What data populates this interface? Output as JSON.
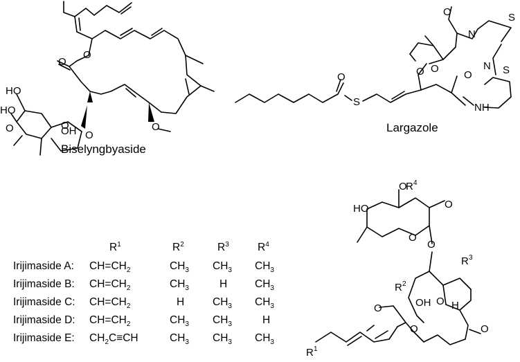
{
  "compounds": {
    "biselyngbyaside": {
      "name": "Biselyngbyaside"
    },
    "largazole": {
      "name": "Largazole"
    },
    "irijimaside_core": {
      "substituent_prefix": "R",
      "ring_labels": [
        "R1",
        "R2",
        "R3",
        "R4"
      ]
    }
  },
  "atoms": {
    "O": "O",
    "S": "S",
    "N": "N",
    "H": "H",
    "HO": "HO",
    "OH": "OH",
    "NH": "NH",
    "R": "R",
    "one": "1",
    "two": "2",
    "three": "3",
    "four": "4"
  },
  "table": {
    "headers": [
      {
        "base": "R",
        "sup": "1"
      },
      {
        "base": "R",
        "sup": "2"
      },
      {
        "base": "R",
        "sup": "3"
      },
      {
        "base": "R",
        "sup": "4"
      }
    ],
    "rows": [
      {
        "label": "Irijimaside A:",
        "r1": "CH=CH",
        "r1_sub": "2",
        "r2": "CH",
        "r2_sub": "3",
        "r3": "CH",
        "r3_sub": "3",
        "r4": "CH",
        "r4_sub": "3"
      },
      {
        "label": "Irijimaside B:",
        "r1": "CH=CH",
        "r1_sub": "2",
        "r2": "CH",
        "r2_sub": "3",
        "r3": "H",
        "r3_sub": "",
        "r4": "CH",
        "r4_sub": "3"
      },
      {
        "label": "Irijimaside C:",
        "r1": "CH=CH",
        "r1_sub": "2",
        "r2": "H",
        "r2_sub": "",
        "r3": "CH",
        "r3_sub": "3",
        "r4": "CH",
        "r4_sub": "3"
      },
      {
        "label": "Irijimaside D:",
        "r1": "CH=CH",
        "r1_sub": "2",
        "r2": "CH",
        "r2_sub": "3",
        "r3": "CH",
        "r3_sub": "3",
        "r4": "H",
        "r4_sub": ""
      },
      {
        "label": "Irijimaside E:",
        "r1": "CH",
        "r1_sub": "2",
        "r1_tail": "C≡CH",
        "r2": "CH",
        "r2_sub": "3",
        "r3": "CH",
        "r3_sub": "3",
        "r4": "CH",
        "r4_sub": "3"
      }
    ]
  }
}
